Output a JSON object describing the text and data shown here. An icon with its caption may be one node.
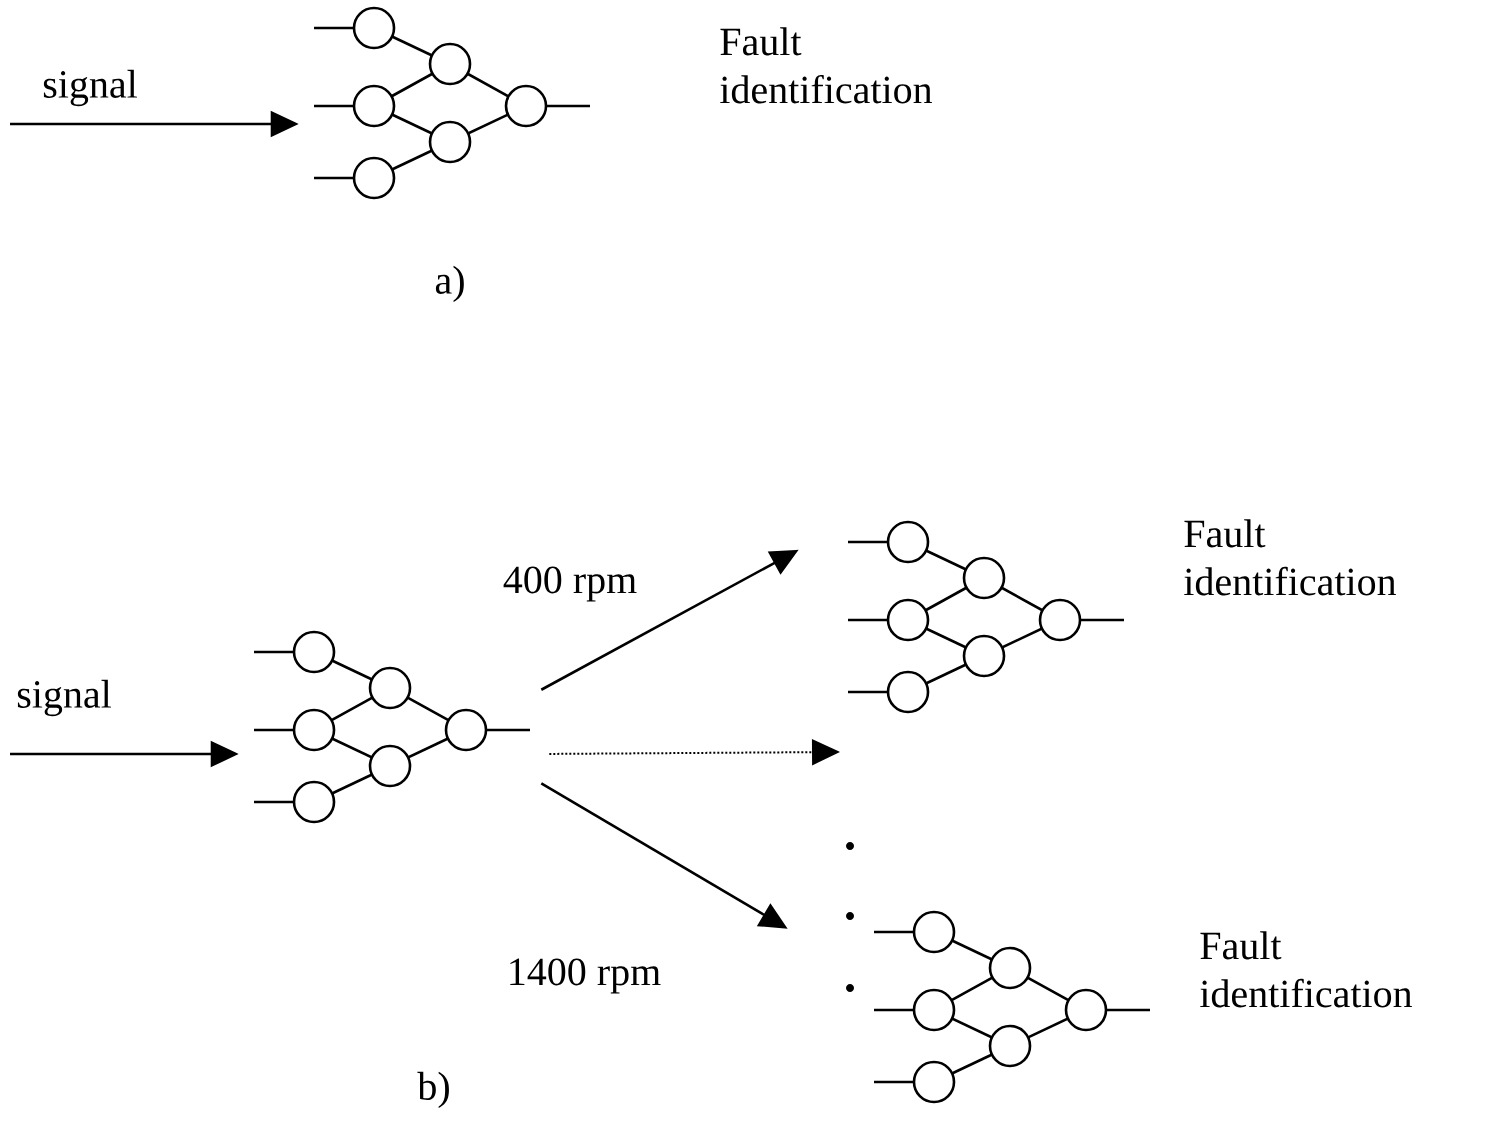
{
  "diagram": {
    "nodes": [
      {
        "text": [],
        "shape": "picture",
        "beside": [
          "Fault identification"
        ]
      },
      {
        "text": [],
        "shape": "picture"
      },
      {
        "text": [],
        "shape": "picture",
        "beside": [
          "Fault identification"
        ]
      },
      {
        "text": [],
        "shape": "picture",
        "beside": [
          "Fault identification"
        ]
      }
    ],
    "edges": [
      {
        "from": null,
        "to": 0,
        "arrow": "to",
        "label": "signal"
      },
      {
        "from": null,
        "to": 1,
        "arrow": "to",
        "label": "signal"
      },
      {
        "from": 1,
        "to": 2,
        "arrow": "to",
        "label": "400 rpm"
      },
      {
        "from": 1,
        "to": null,
        "arrow": "to",
        "style": "dashed"
      },
      {
        "from": 1,
        "to": 3,
        "arrow": "to",
        "label": "1400 rpm"
      }
    ],
    "labels": [
      "a)",
      "b)"
    ]
  }
}
